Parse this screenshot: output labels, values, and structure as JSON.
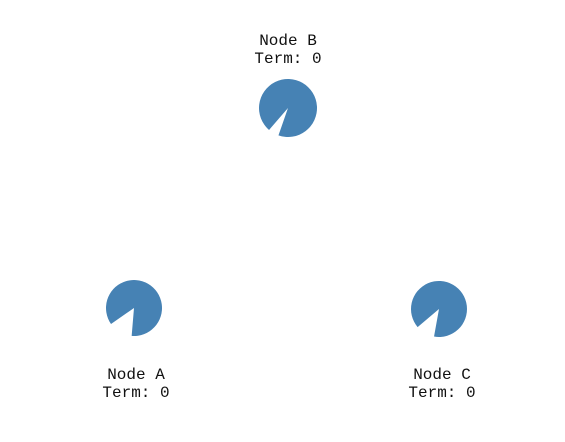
{
  "diagram": {
    "node_color": "#4682b4",
    "nodes": [
      {
        "id": "a",
        "name": "Node A",
        "term_text": "Term: 0",
        "term": 0,
        "timer_remaining": 0.86
      },
      {
        "id": "b",
        "name": "Node B",
        "term_text": "Term: 0",
        "term": 0,
        "timer_remaining": 0.94
      },
      {
        "id": "c",
        "name": "Node C",
        "term_text": "Term: 0",
        "term": 0,
        "timer_remaining": 0.89
      }
    ]
  }
}
